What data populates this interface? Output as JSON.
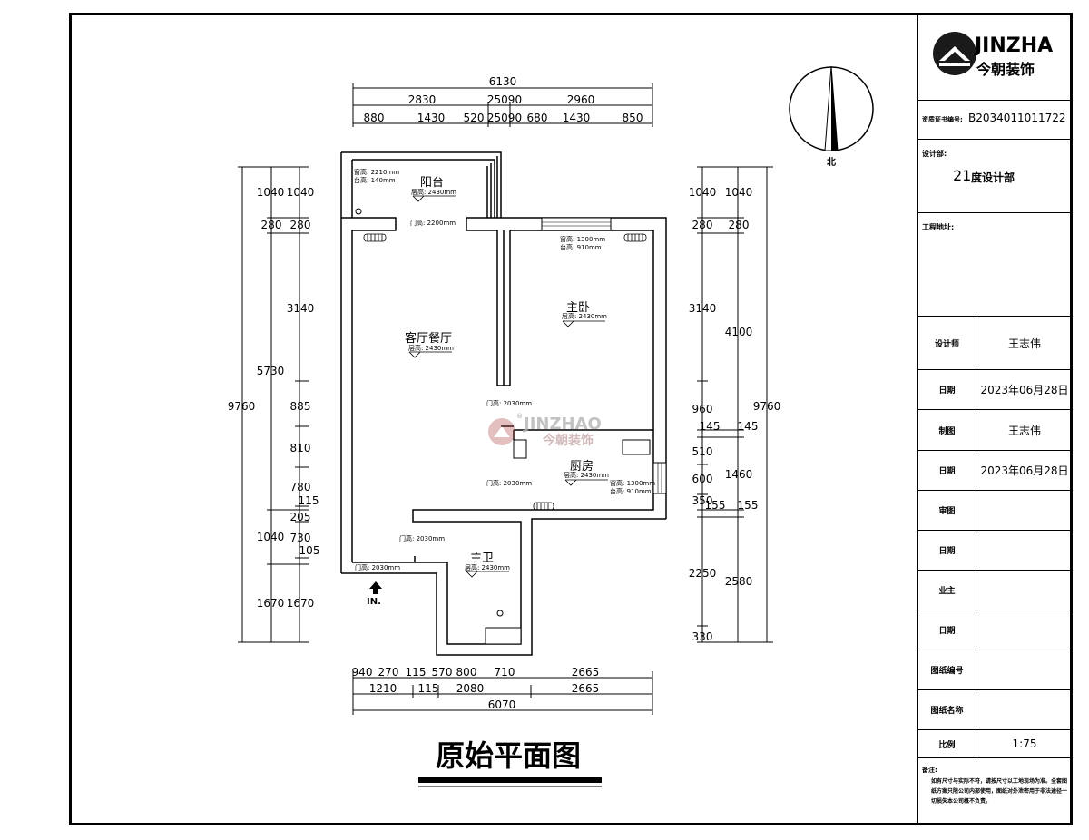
{
  "brand": {
    "name": "JINZHA",
    "cn": "今朝装饰"
  },
  "cert": {
    "label": "资质证书编号:",
    "value": "B2034011011722"
  },
  "design_unit": {
    "label": "设计部:",
    "value_num": "21",
    "value_text": "度设计部"
  },
  "project_address": {
    "label": "工程地址:"
  },
  "title_block": [
    {
      "label": "设计师",
      "value": "王志伟"
    },
    {
      "label": "日期",
      "value": "2023年06月28日"
    },
    {
      "label": "制图",
      "value": "王志伟"
    },
    {
      "label": "日期",
      "value": "2023年06月28日"
    },
    {
      "label": "审图",
      "value": ""
    },
    {
      "label": "日期",
      "value": ""
    },
    {
      "label": "业主",
      "value": ""
    },
    {
      "label": "日期",
      "value": ""
    },
    {
      "label": "图纸编号",
      "value": ""
    },
    {
      "label": "图纸名称",
      "value": ""
    },
    {
      "label": "比例",
      "value": "1:75"
    }
  ],
  "notes": {
    "label": "备注:",
    "text": "如有尺寸与实际不符，请按尺寸以工地现场为准。全套图纸方案只限公司内部使用，图纸对外泄密用于非法途径一切损失本公司概不负责。"
  },
  "drawing_title": "原始平面图",
  "north_label": "北",
  "watermark": {
    "name": "JINZHAO",
    "cn": "今朝装饰",
    "mark": "®"
  },
  "entry_label": "IN.",
  "rooms": {
    "balcony": {
      "name": "阳台",
      "h": "层高: 2430mm"
    },
    "living": {
      "name": "客厅餐厅",
      "h": "层高: 2430mm"
    },
    "master": {
      "name": "主卧",
      "h": "层高: 2430mm"
    },
    "kitchen": {
      "name": "厨房",
      "h": "层高: 2430mm"
    },
    "bath": {
      "name": "主卫",
      "h": "层高: 2430mm"
    }
  },
  "annotations": {
    "balc_win_h": "窗高: 2210mm",
    "balc_win_sill": "台高: 140mm",
    "balc_door": "门高: 2200mm",
    "master_win_h": "窗高: 1300mm",
    "master_win_sill": "台高: 910mm",
    "master_door": "门高: 2030mm",
    "kitchen_door": "门高: 2030mm",
    "kitchen_win_h": "窗高: 1300mm",
    "kitchen_win_sill": "台高: 910mm",
    "bath_door": "门高: 2030mm",
    "entry_door": "门高: 2030mm"
  },
  "dims": {
    "top_total": "6130",
    "top_mid": [
      "2830",
      "25090",
      "2960"
    ],
    "top_det": [
      "880",
      "1430",
      "520",
      "25090",
      "680",
      "1430",
      "850"
    ],
    "bot_det": [
      "940",
      "270",
      "115",
      "570",
      "800",
      "710",
      "2665"
    ],
    "bot_mid": [
      "1210",
      "115",
      "2080",
      "2665"
    ],
    "bot_total": "6070",
    "left_total": "9760",
    "left_mid": [
      "1040",
      "5730",
      "1040",
      "1670"
    ],
    "left_det": [
      "1040",
      "280",
      "3140",
      "885",
      "810",
      "780",
      "115",
      "205",
      "730",
      "105",
      "1670"
    ],
    "right_total": "9760",
    "right_mid": [
      "1040",
      "280",
      "4100",
      "145",
      "1460",
      "155",
      "2580"
    ],
    "right_det": [
      "1040",
      "280",
      "3140",
      "960",
      "145",
      "510",
      "600",
      "350",
      "2250",
      "330"
    ]
  }
}
